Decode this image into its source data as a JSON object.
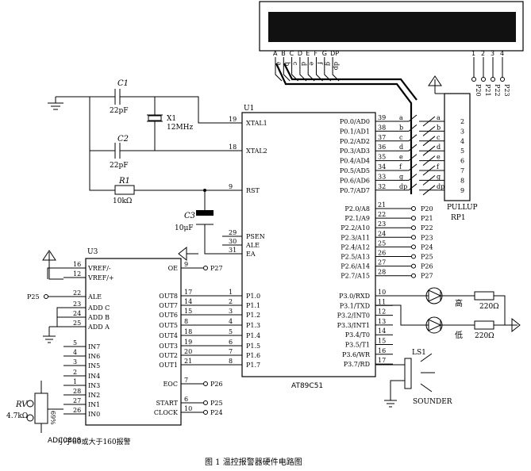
{
  "lcd": {
    "segments": [
      "A",
      "B",
      "C",
      "D",
      "E",
      "F",
      "G",
      "DP"
    ],
    "seg_pins": [
      "a",
      "b",
      "c",
      "d",
      "e",
      "f",
      "g",
      "dp"
    ],
    "digit_numbers": [
      "1",
      "2",
      "3",
      "4"
    ],
    "digit_labels": [
      "P20",
      "P21",
      "P22",
      "P23"
    ]
  },
  "crystal": {
    "c1_label": "C1",
    "c1_value": "22pF",
    "c2_label": "C2",
    "c2_value": "22pF",
    "x1_label": "X1",
    "x1_value": "12MHz",
    "r1_label": "R1",
    "r1_value": "10kΩ",
    "c3_label": "C3",
    "c3_value": "10μF"
  },
  "u1": {
    "ref": "U1",
    "name": "AT89C51",
    "left_pins": [
      {
        "num": "19",
        "name": "XTAL1"
      },
      {
        "num": "18",
        "name": "XTAL2"
      },
      {
        "num": "9",
        "name": "RST"
      },
      {
        "num": "29",
        "name": "PSEN"
      },
      {
        "num": "30",
        "name": "ALE"
      },
      {
        "num": "31",
        "name": "EA"
      },
      {
        "num": "1",
        "name": "P1.0"
      },
      {
        "num": "2",
        "name": "P1.1"
      },
      {
        "num": "3",
        "name": "P1.2"
      },
      {
        "num": "4",
        "name": "P1.3"
      },
      {
        "num": "5",
        "name": "P1.4"
      },
      {
        "num": "6",
        "name": "P1.5"
      },
      {
        "num": "7",
        "name": "P1.6"
      },
      {
        "num": "8",
        "name": "P1.7"
      }
    ],
    "right_pins": [
      {
        "num": "39",
        "name": "P0.0/AD0",
        "net": "a"
      },
      {
        "num": "38",
        "name": "P0.1/AD1",
        "net": "b"
      },
      {
        "num": "37",
        "name": "P0.2/AD2",
        "net": "c"
      },
      {
        "num": "36",
        "name": "P0.3/AD3",
        "net": "d"
      },
      {
        "num": "35",
        "name": "P0.4/AD4",
        "net": "e"
      },
      {
        "num": "34",
        "name": "P0.5/AD5",
        "net": "f"
      },
      {
        "num": "33",
        "name": "P0.6/AD6",
        "net": "g"
      },
      {
        "num": "32",
        "name": "P0.7/AD7",
        "net": "dp"
      },
      {
        "num": "21",
        "name": "P2.0/A8",
        "net": "P20"
      },
      {
        "num": "22",
        "name": "P2.1/A9",
        "net": "P21"
      },
      {
        "num": "23",
        "name": "P2.2/A10",
        "net": "P22"
      },
      {
        "num": "24",
        "name": "P2.3/A11",
        "net": "P23"
      },
      {
        "num": "25",
        "name": "P2.4/A12",
        "net": "P24"
      },
      {
        "num": "26",
        "name": "P2.5/A13",
        "net": "P25"
      },
      {
        "num": "27",
        "name": "P2.6/A14",
        "net": "P26"
      },
      {
        "num": "28",
        "name": "P2.7/A15",
        "net": "P27"
      },
      {
        "num": "10",
        "name": "P3.0/RXD"
      },
      {
        "num": "11",
        "name": "P3.1/TXD"
      },
      {
        "num": "12",
        "name": "P3.2/INT0"
      },
      {
        "num": "13",
        "name": "P3.3/INT1"
      },
      {
        "num": "14",
        "name": "P3.4/T0"
      },
      {
        "num": "15",
        "name": "P3.5/T1"
      },
      {
        "num": "16",
        "name": "P3.6/WR"
      },
      {
        "num": "17",
        "name": "P3.7/RD"
      }
    ]
  },
  "rp1": {
    "pin_numbers": [
      "2",
      "3",
      "4",
      "5",
      "6",
      "7",
      "8",
      "9"
    ],
    "name": "PULLUP",
    "ref": "RP1"
  },
  "u3": {
    "ref": "U3",
    "name": "ADC0808",
    "left_pins": [
      {
        "num": "16",
        "name": "VREF/-"
      },
      {
        "num": "12",
        "name": "VREF/+"
      },
      {
        "num": "22",
        "name": "ALE"
      },
      {
        "num": "23",
        "name": "ADD C"
      },
      {
        "num": "24",
        "name": "ADD B"
      },
      {
        "num": "25",
        "name": "ADD A"
      },
      {
        "num": "5",
        "name": "IN7"
      },
      {
        "num": "4",
        "name": "IN6"
      },
      {
        "num": "3",
        "name": "IN5"
      },
      {
        "num": "2",
        "name": "IN4"
      },
      {
        "num": "1",
        "name": "IN3"
      },
      {
        "num": "28",
        "name": "IN2"
      },
      {
        "num": "27",
        "name": "IN1"
      },
      {
        "num": "26",
        "name": "IN0"
      }
    ],
    "right_pins": [
      {
        "num": "9",
        "name": "OE"
      },
      {
        "num": "17",
        "name": "OUT8"
      },
      {
        "num": "14",
        "name": "OUT7"
      },
      {
        "num": "15",
        "name": "OUT6"
      },
      {
        "num": "8",
        "name": "OUT5"
      },
      {
        "num": "18",
        "name": "OUT4"
      },
      {
        "num": "19",
        "name": "OUT3"
      },
      {
        "num": "20",
        "name": "OUT2"
      },
      {
        "num": "21",
        "name": "OUT1"
      },
      {
        "num": "7",
        "name": "EOC"
      },
      {
        "num": "6",
        "name": "START"
      },
      {
        "num": "10",
        "name": "CLOCK"
      }
    ],
    "oe_net": "P27",
    "ale_net": "P25",
    "eoc_net": "P26",
    "start_net": "P25",
    "clock_net": "P24"
  },
  "pot": {
    "label": "RV",
    "value": "4.7kΩ",
    "setting": "69%"
  },
  "alarm": {
    "high_label": "高",
    "low_label": "低",
    "r_high": "220Ω",
    "r_low": "220Ω",
    "speaker_ref": "LS1",
    "speaker_name": "SOUNDER"
  },
  "annotation": "小于60或大于160报警",
  "caption": "图 1    温控报警器硬件电路图"
}
